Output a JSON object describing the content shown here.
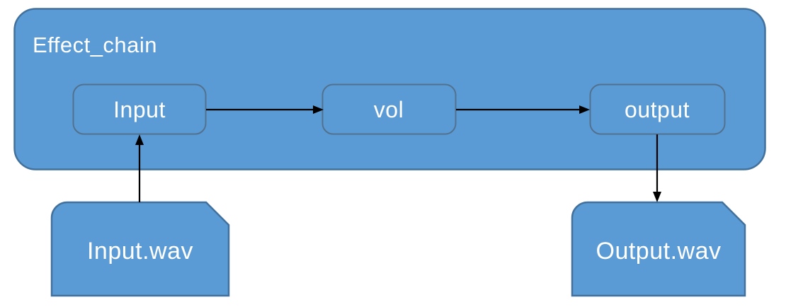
{
  "container": {
    "title": "Effect_chain"
  },
  "nodes": [
    {
      "id": "input",
      "label": "Input"
    },
    {
      "id": "vol",
      "label": "vol"
    },
    {
      "id": "output",
      "label": "output"
    }
  ],
  "files": [
    {
      "id": "input-wav",
      "label": "Input.wav"
    },
    {
      "id": "output-wav",
      "label": "Output.wav"
    }
  ],
  "connectors": [
    {
      "from": "Input",
      "to": "vol",
      "direction": "right"
    },
    {
      "from": "vol",
      "to": "output",
      "direction": "right"
    },
    {
      "from": "Input.wav",
      "to": "Input",
      "direction": "up"
    },
    {
      "from": "output",
      "to": "Output.wav",
      "direction": "down"
    }
  ],
  "colors": {
    "shape_fill": "#5B9BD5",
    "shape_border": "#41719C",
    "node_border": "#51718F",
    "connector": "#000000",
    "text": "#FFFFFF",
    "background": "#FFFFFF"
  }
}
